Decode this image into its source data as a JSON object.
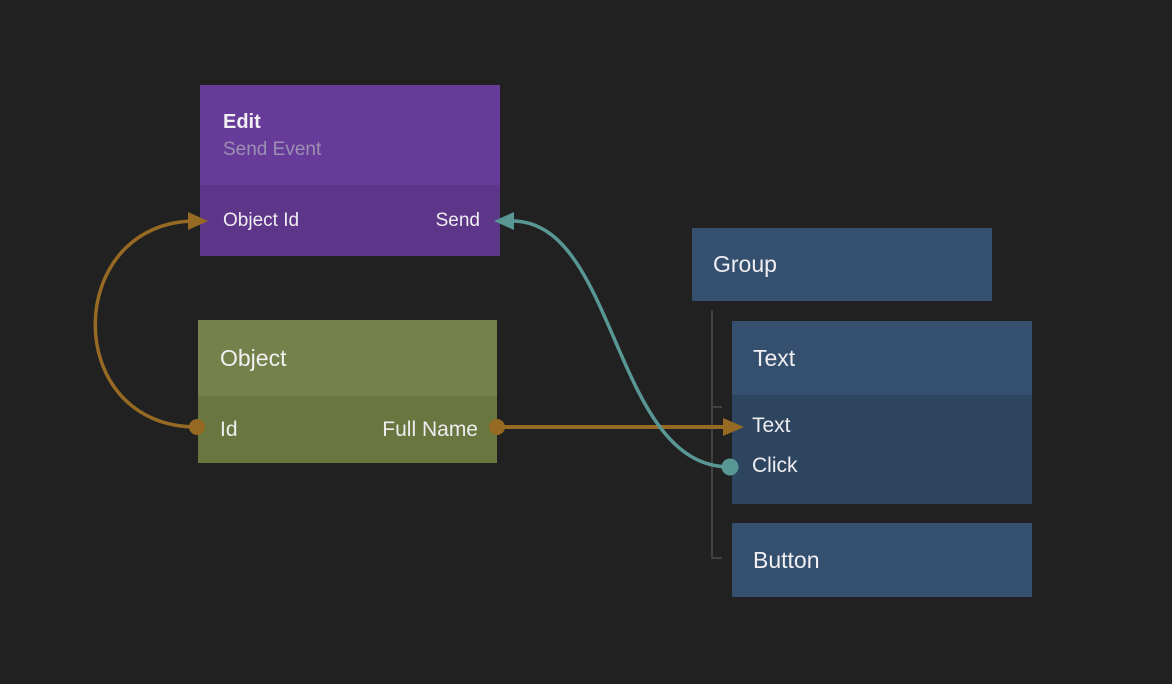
{
  "canvas": {
    "background_color": "#212122",
    "tree_connector_color": "#414143"
  },
  "nodes": {
    "edit": {
      "title": "Edit",
      "subtitle": "Send Event",
      "header_color": "#673b99",
      "body_color": "#5e3689",
      "ports": {
        "input": "Object Id",
        "output": "Send"
      }
    },
    "object": {
      "title": "Object",
      "header_color": "#74814a",
      "body_color": "#697640",
      "ports": {
        "id": "Id",
        "full_name": "Full Name"
      }
    },
    "group": {
      "title": "Group",
      "color": "#35506e"
    },
    "text": {
      "title": "Text",
      "header_color": "#35506e",
      "body_color": "#2e4560",
      "ports": {
        "text": "Text",
        "click": "Click"
      }
    },
    "button": {
      "title": "Button",
      "color": "#35506e"
    }
  },
  "edges": {
    "data_color": "#966a22",
    "event_color": "#599795",
    "connections": [
      {
        "from": "Object.Id",
        "to": "Edit.Object Id"
      },
      {
        "from": "Object.Full Name",
        "to": "Text.Text"
      },
      {
        "from": "Text.Click",
        "to": "Edit.Send"
      }
    ]
  },
  "text_colors": {
    "title": "#f1eff2",
    "subtitle": "#9c90b2",
    "port": "#efedf0"
  }
}
